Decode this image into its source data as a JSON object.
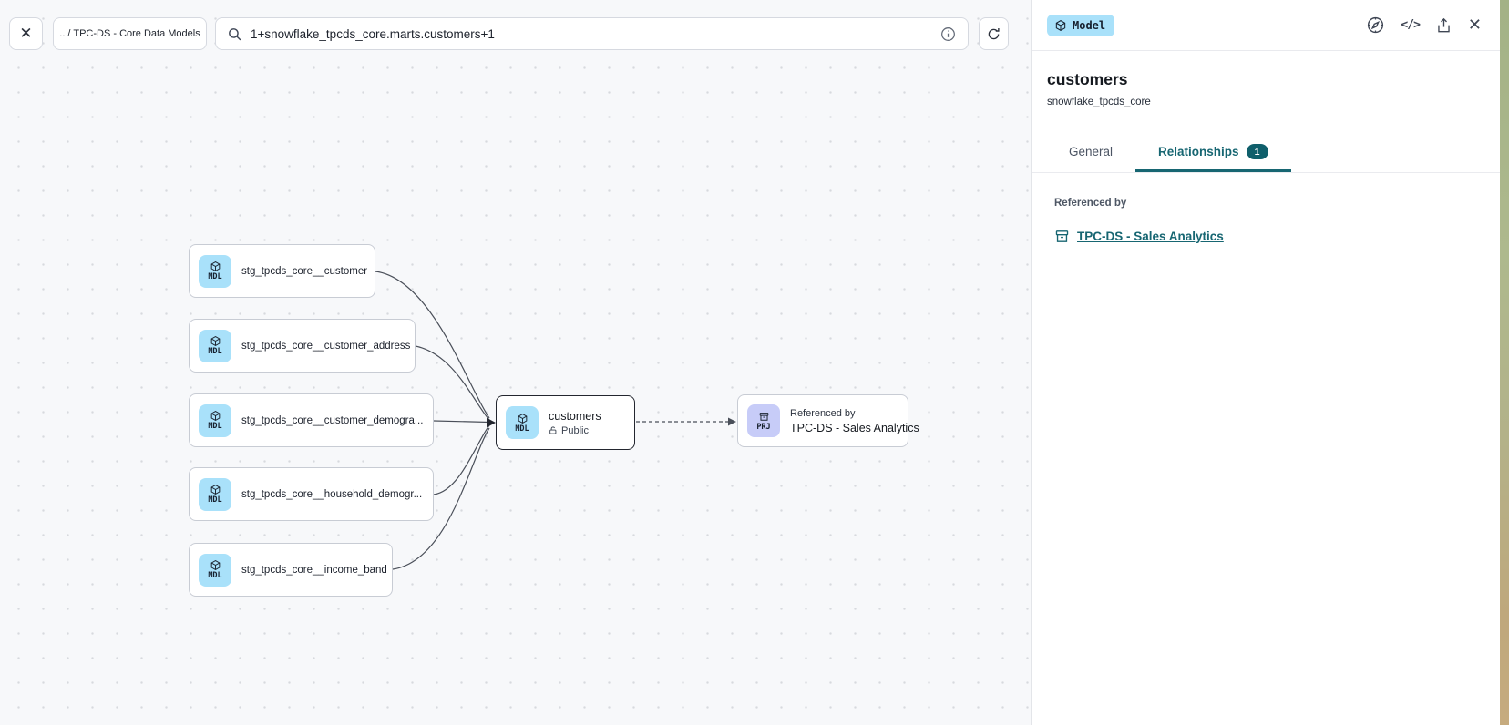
{
  "colors": {
    "accent_teal": "#176672",
    "badge_model_bg": "#a9e1fa",
    "badge_project_bg": "#c7ccf8",
    "canvas_bg": "#f7f8fa"
  },
  "toolbar": {
    "breadcrumb": ".. / TPC-DS - Core Data Models",
    "search_value": "1+snowflake_tpcds_core.marts.customers+1"
  },
  "icons": {
    "close": "✕",
    "code": "</>"
  },
  "canvas": {
    "nodes": [
      {
        "badge": "MDL",
        "label": "stg_tpcds_core__customer"
      },
      {
        "badge": "MDL",
        "label": "stg_tpcds_core__customer_address"
      },
      {
        "badge": "MDL",
        "label": "stg_tpcds_core__customer_demogra..."
      },
      {
        "badge": "MDL",
        "label": "stg_tpcds_core__household_demogr..."
      },
      {
        "badge": "MDL",
        "label": "stg_tpcds_core__income_band"
      }
    ],
    "selected_node": {
      "badge": "MDL",
      "label": "customers",
      "visibility": "Public"
    },
    "reference_node": {
      "badge": "PRJ",
      "caption": "Referenced by",
      "label": "TPC-DS - Sales Analytics"
    }
  },
  "panel": {
    "type_badge": "Model",
    "title": "customers",
    "subtitle": "snowflake_tpcds_core",
    "tabs": [
      {
        "label": "General"
      },
      {
        "label": "Relationships",
        "badge": "1"
      }
    ],
    "section": {
      "heading": "Referenced by",
      "link_label": "TPC-DS - Sales Analytics"
    }
  }
}
